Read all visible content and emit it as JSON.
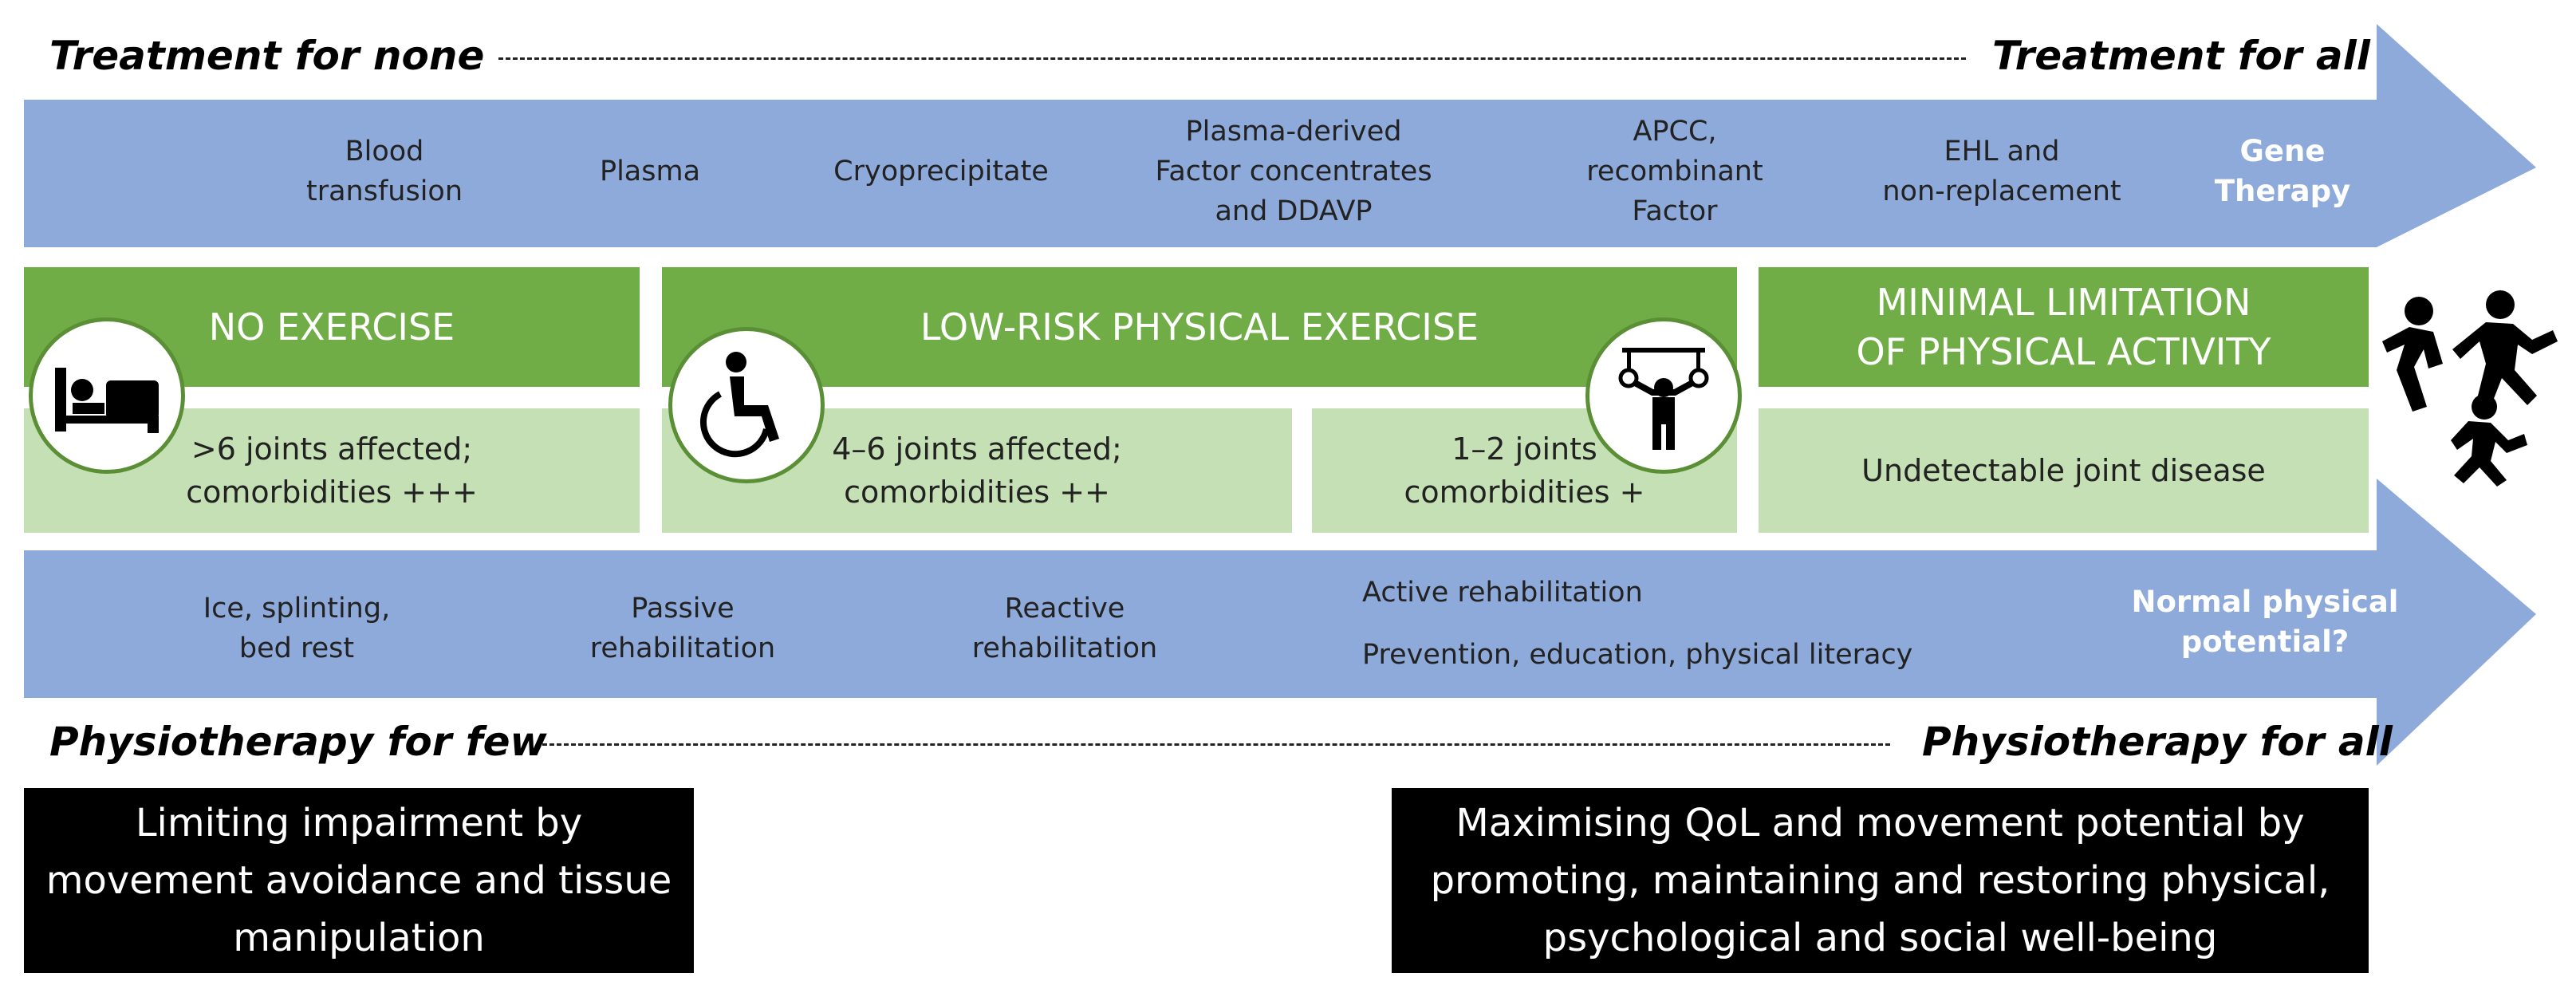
{
  "top": {
    "left_heading": "Treatment for none",
    "right_heading": "Treatment for all",
    "treatments": [
      "Blood\ntransfusion",
      "Plasma",
      "Cryoprecipitate",
      "Plasma-derived\nFactor concentrates\nand DDAVP",
      "APCC,\nrecombinant\nFactor",
      "EHL and\nnon-replacement"
    ],
    "gene_therapy": "Gene\nTherapy"
  },
  "middle": {
    "no_exercise": "NO EXERCISE",
    "low_risk": "LOW-RISK PHYSICAL EXERCISE",
    "minimal": "MINIMAL LIMITATION\nOF PHYSICAL ACTIVITY",
    "joints_6plus": ">6 joints affected;\ncomorbidities +++",
    "joints_4to6": "4–6 joints affected;\ncomorbidities ++",
    "joints_1to2": "1–2 joints\ncomorbidities +",
    "undetectable": "Undetectable joint disease"
  },
  "bottom": {
    "therapies": [
      "Ice, splinting,\nbed rest",
      "Passive\nrehabilitation",
      "Reactive\nrehabilitation"
    ],
    "active": "Active rehabilitation",
    "prevention": "Prevention, education, physical literacy",
    "normal": "Normal physical\npotential?",
    "left_heading": "Physiotherapy for few",
    "right_heading": "Physiotherapy for all"
  },
  "boxes": {
    "left": "Limiting impairment by\nmovement avoidance and tissue\nmanipulation",
    "right": "Maximising QoL and movement potential by\npromoting, maintaining and restoring physical,\npsychological and social well-being"
  },
  "icons": [
    "bed-icon",
    "wheelchair-icon",
    "gymnast-icon",
    "running-people-icon"
  ],
  "colors": {
    "arrow_blue": "#8eaadb",
    "green_dark": "#70ad47",
    "green_light": "#c5e0b4",
    "black": "#000000"
  }
}
